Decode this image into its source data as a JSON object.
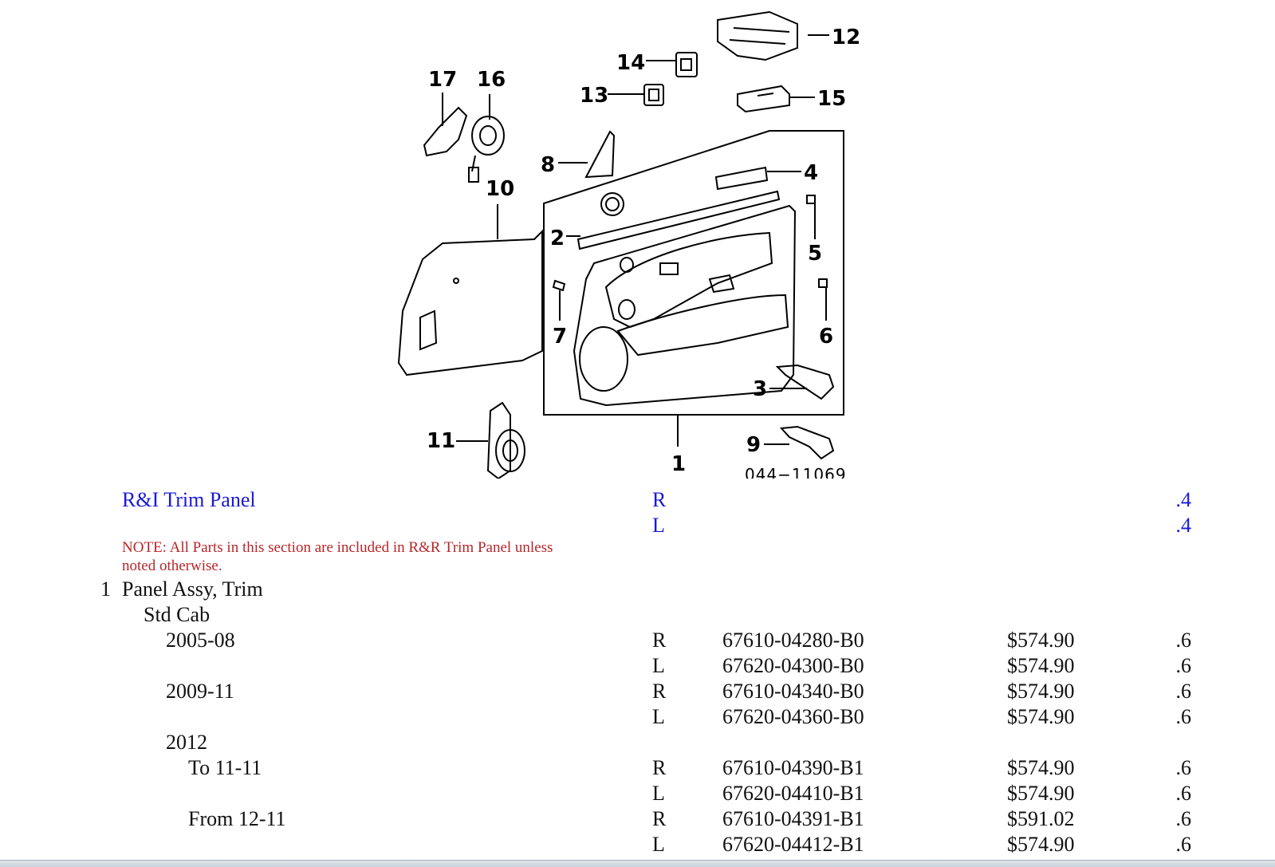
{
  "diagram": {
    "figure_code": "044−11069",
    "callouts": [
      "1",
      "2",
      "3",
      "4",
      "5",
      "6",
      "7",
      "8",
      "9",
      "10",
      "11",
      "12",
      "13",
      "14",
      "15",
      "16",
      "17"
    ]
  },
  "header_row": {
    "title": "R&I Trim Panel",
    "rows": [
      {
        "side": "R",
        "time": ".4"
      },
      {
        "side": "L",
        "time": ".4"
      }
    ]
  },
  "note": "NOTE: All Parts in this section are included in R&R Trim Panel unless noted otherwise.",
  "item": {
    "number": "1",
    "name": "Panel Assy, Trim",
    "sub": "Std Cab",
    "groups": [
      {
        "label": "2005-08",
        "rows": [
          {
            "side": "R",
            "part": "67610-04280-B0",
            "price": "$574.90",
            "time": ".6"
          },
          {
            "side": "L",
            "part": "67620-04300-B0",
            "price": "$574.90",
            "time": ".6"
          }
        ]
      },
      {
        "label": "2009-11",
        "rows": [
          {
            "side": "R",
            "part": "67610-04340-B0",
            "price": "$574.90",
            "time": ".6"
          },
          {
            "side": "L",
            "part": "67620-04360-B0",
            "price": "$574.90",
            "time": ".6"
          }
        ]
      },
      {
        "label": "2012",
        "subgroups": [
          {
            "label": "To 11-11",
            "rows": [
              {
                "side": "R",
                "part": "67610-04390-B1",
                "price": "$574.90",
                "time": ".6"
              },
              {
                "side": "L",
                "part": "67620-04410-B1",
                "price": "$574.90",
                "time": ".6"
              }
            ]
          },
          {
            "label": "From 12-11",
            "rows": [
              {
                "side": "R",
                "part": "67610-04391-B1",
                "price": "$591.02",
                "time": ".6"
              },
              {
                "side": "L",
                "part": "67620-04412-B1",
                "price": "$574.90",
                "time": ".6"
              }
            ]
          }
        ]
      }
    ]
  }
}
